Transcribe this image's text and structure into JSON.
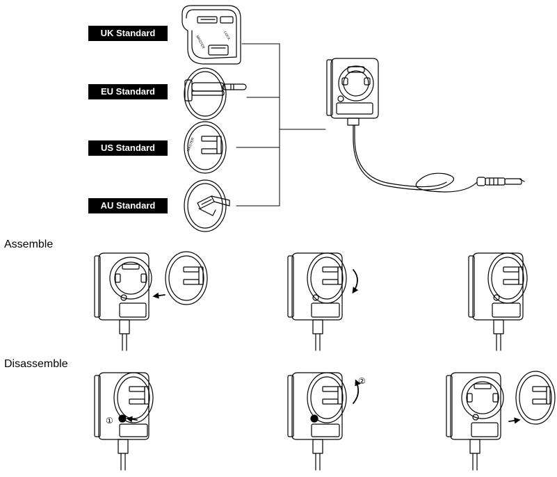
{
  "plugs": [
    {
      "label": "UK Standard"
    },
    {
      "label": "EU Standard"
    },
    {
      "label": "US Standard"
    },
    {
      "label": "AU Standard"
    }
  ],
  "sections": {
    "assemble": "Assemble",
    "disassemble": "Disassemble"
  },
  "step_markers": {
    "one": "①",
    "two": "②"
  }
}
